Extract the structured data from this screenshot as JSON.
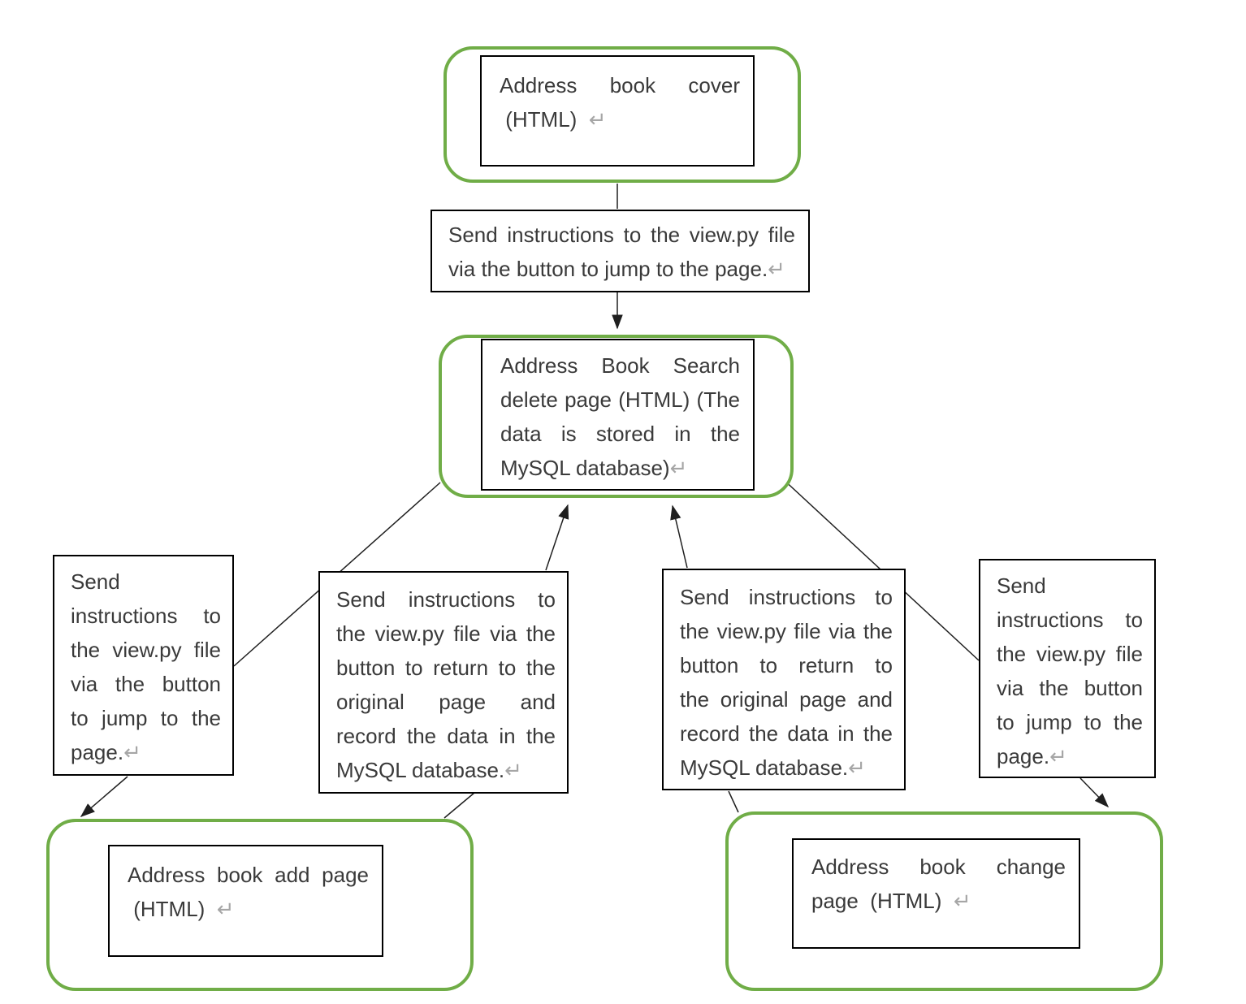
{
  "diagram": {
    "colors": {
      "container_stroke": "#70AD47",
      "box_stroke": "#000000",
      "connector": "#1f1f1f",
      "text": "#3a3a3a",
      "return_mark_color": "#a6a6a6",
      "background": "#ffffff"
    },
    "return_mark": "↵",
    "nodes": {
      "cover": {
        "type": "page",
        "lines": [
          "Address book cover",
          " (HTML)  ↵"
        ]
      },
      "jump_top": {
        "type": "action",
        "lines": [
          "Send instructions to the view.py file",
          "via the button to jump to the page.↵"
        ]
      },
      "search": {
        "type": "page",
        "lines": [
          "Address Book Search",
          "delete page (HTML) (The",
          "data is stored in the",
          "MySQL database)↵"
        ]
      },
      "jump_left": {
        "type": "action",
        "lines": [
          "Send",
          "instructions to",
          "the view.py file",
          "via the button",
          "to jump to the",
          "page.↵"
        ]
      },
      "return_left": {
        "type": "action",
        "lines": [
          "Send instructions to",
          "the view.py file via the",
          "button to return to the",
          "original page and",
          "record the data in the",
          "MySQL database.↵"
        ]
      },
      "return_right": {
        "type": "action",
        "lines": [
          "Send instructions to",
          "the view.py file via the",
          "button to return to",
          "the original page and",
          "record the data in the",
          "MySQL database.↵"
        ]
      },
      "jump_right": {
        "type": "action",
        "lines": [
          "Send",
          "instructions to",
          "the view.py file",
          "via the button",
          "to jump to the",
          "page.↵"
        ]
      },
      "add": {
        "type": "page",
        "lines": [
          "Address book add page",
          " (HTML)  ↵"
        ]
      },
      "change": {
        "type": "page",
        "lines": [
          "Address book change",
          "page  (HTML)  ↵"
        ]
      }
    },
    "connectors": [
      {
        "from": "cover",
        "to": "jump_top",
        "arrow": false
      },
      {
        "from": "jump_top",
        "to": "search",
        "arrow": true
      },
      {
        "from": "jump_left",
        "to": "search",
        "arrow": false
      },
      {
        "from": "return_left",
        "to": "search",
        "arrow": true
      },
      {
        "from": "return_right",
        "to": "search",
        "arrow": true
      },
      {
        "from": "search",
        "to": "jump_right",
        "arrow": false
      },
      {
        "from": "jump_left",
        "to": "add",
        "arrow": true
      },
      {
        "from": "return_left",
        "to": "add",
        "arrow": false
      },
      {
        "from": "return_right",
        "to": "change",
        "arrow": false
      },
      {
        "from": "jump_right",
        "to": "change",
        "arrow": true
      }
    ]
  }
}
